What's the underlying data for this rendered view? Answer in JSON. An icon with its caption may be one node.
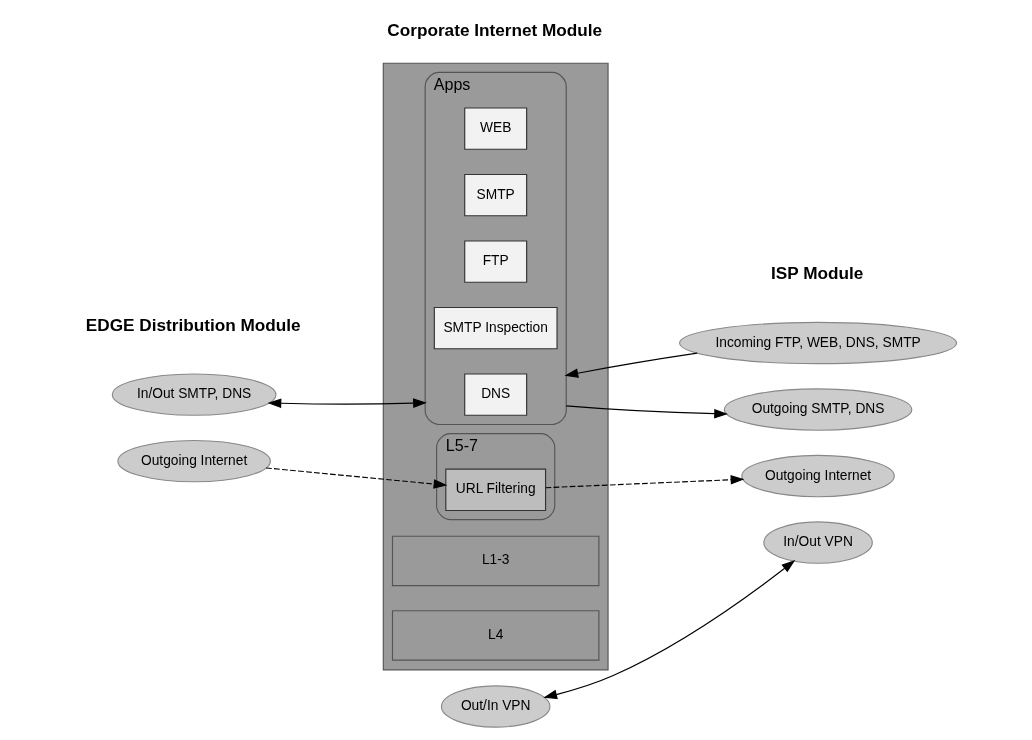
{
  "diagram": {
    "nodes": [
      {
        "text": [],
        "shape": "box"
      },
      {
        "text": [
          "Apps"
        ],
        "in": 0
      },
      {
        "text": [
          "DNS"
        ],
        "in": 1
      },
      {
        "text": [
          "SMTP Inspection"
        ],
        "in": 1
      },
      {
        "text": [
          "FTP"
        ],
        "in": 1
      },
      {
        "text": [
          "SMTP"
        ],
        "in": 1
      },
      {
        "text": [
          "WEB"
        ],
        "in": 1
      },
      {
        "text": [
          "L5-7"
        ],
        "in": 0
      },
      {
        "text": [
          "URL Filtering"
        ],
        "in": 7
      },
      {
        "text": [
          "L4"
        ],
        "in": 0
      },
      {
        "text": [
          "L1-3"
        ],
        "in": 0
      },
      {
        "text": [
          "In/Out SMTP, DNS"
        ]
      },
      {
        "text": [
          "Outgoing Internet"
        ]
      },
      {
        "text": [
          "Incoming FTP, WEB, DNS, SMTP"
        ]
      },
      {
        "text": [
          "Outgoing SMTP, DNS"
        ]
      },
      {
        "text": [
          "Outgoing Internet"
        ]
      },
      {
        "text": [
          "In/Out VPN"
        ]
      },
      {
        "text": [
          "Out/In VPN"
        ]
      }
    ],
    "edges": [
      {
        "from": 11,
        "to": 1,
        "arrow": "both"
      },
      {
        "from": 12,
        "to": 8,
        "arrow": "to",
        "style": "dashed"
      },
      {
        "from": 8,
        "to": 15,
        "arrow": "to",
        "style": "dashed"
      },
      {
        "from": 13,
        "to": 1,
        "arrow": "to"
      },
      {
        "from": 1,
        "to": 14,
        "arrow": "to"
      },
      {
        "from": 17,
        "to": 16,
        "arrow": "both"
      }
    ],
    "labels": [
      "EDGE Distribution Module",
      "Corporate Internet Module",
      "ISP Module"
    ]
  }
}
